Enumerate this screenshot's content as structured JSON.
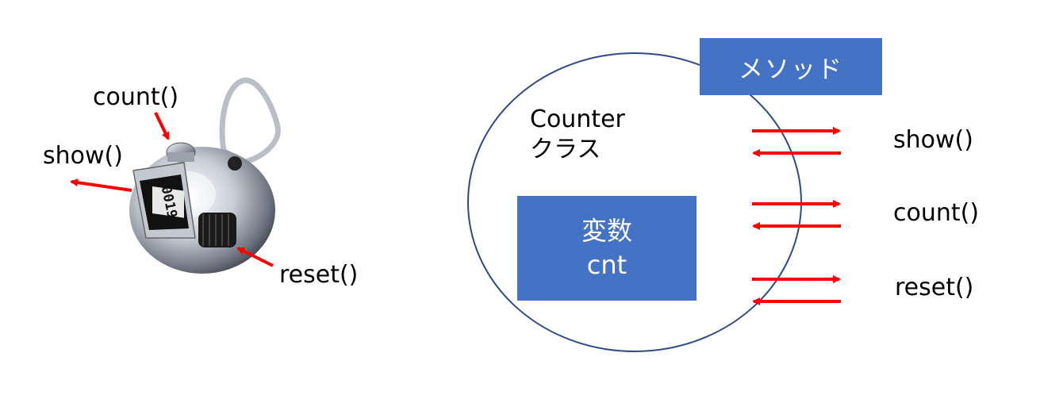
{
  "left": {
    "counter_display_digits": "0019",
    "labels": {
      "count": "count()",
      "show": "show()",
      "reset": "reset()"
    }
  },
  "right": {
    "methods_header": "メソッド",
    "class_name": "Counter",
    "class_word": "クラス",
    "variable_label": "変数",
    "variable_name": "cnt",
    "methods": [
      "show()",
      "count()",
      "reset()"
    ]
  },
  "colors": {
    "arrow": "#ff0000",
    "box": "#4472c4",
    "circle": "#2f4a86"
  }
}
